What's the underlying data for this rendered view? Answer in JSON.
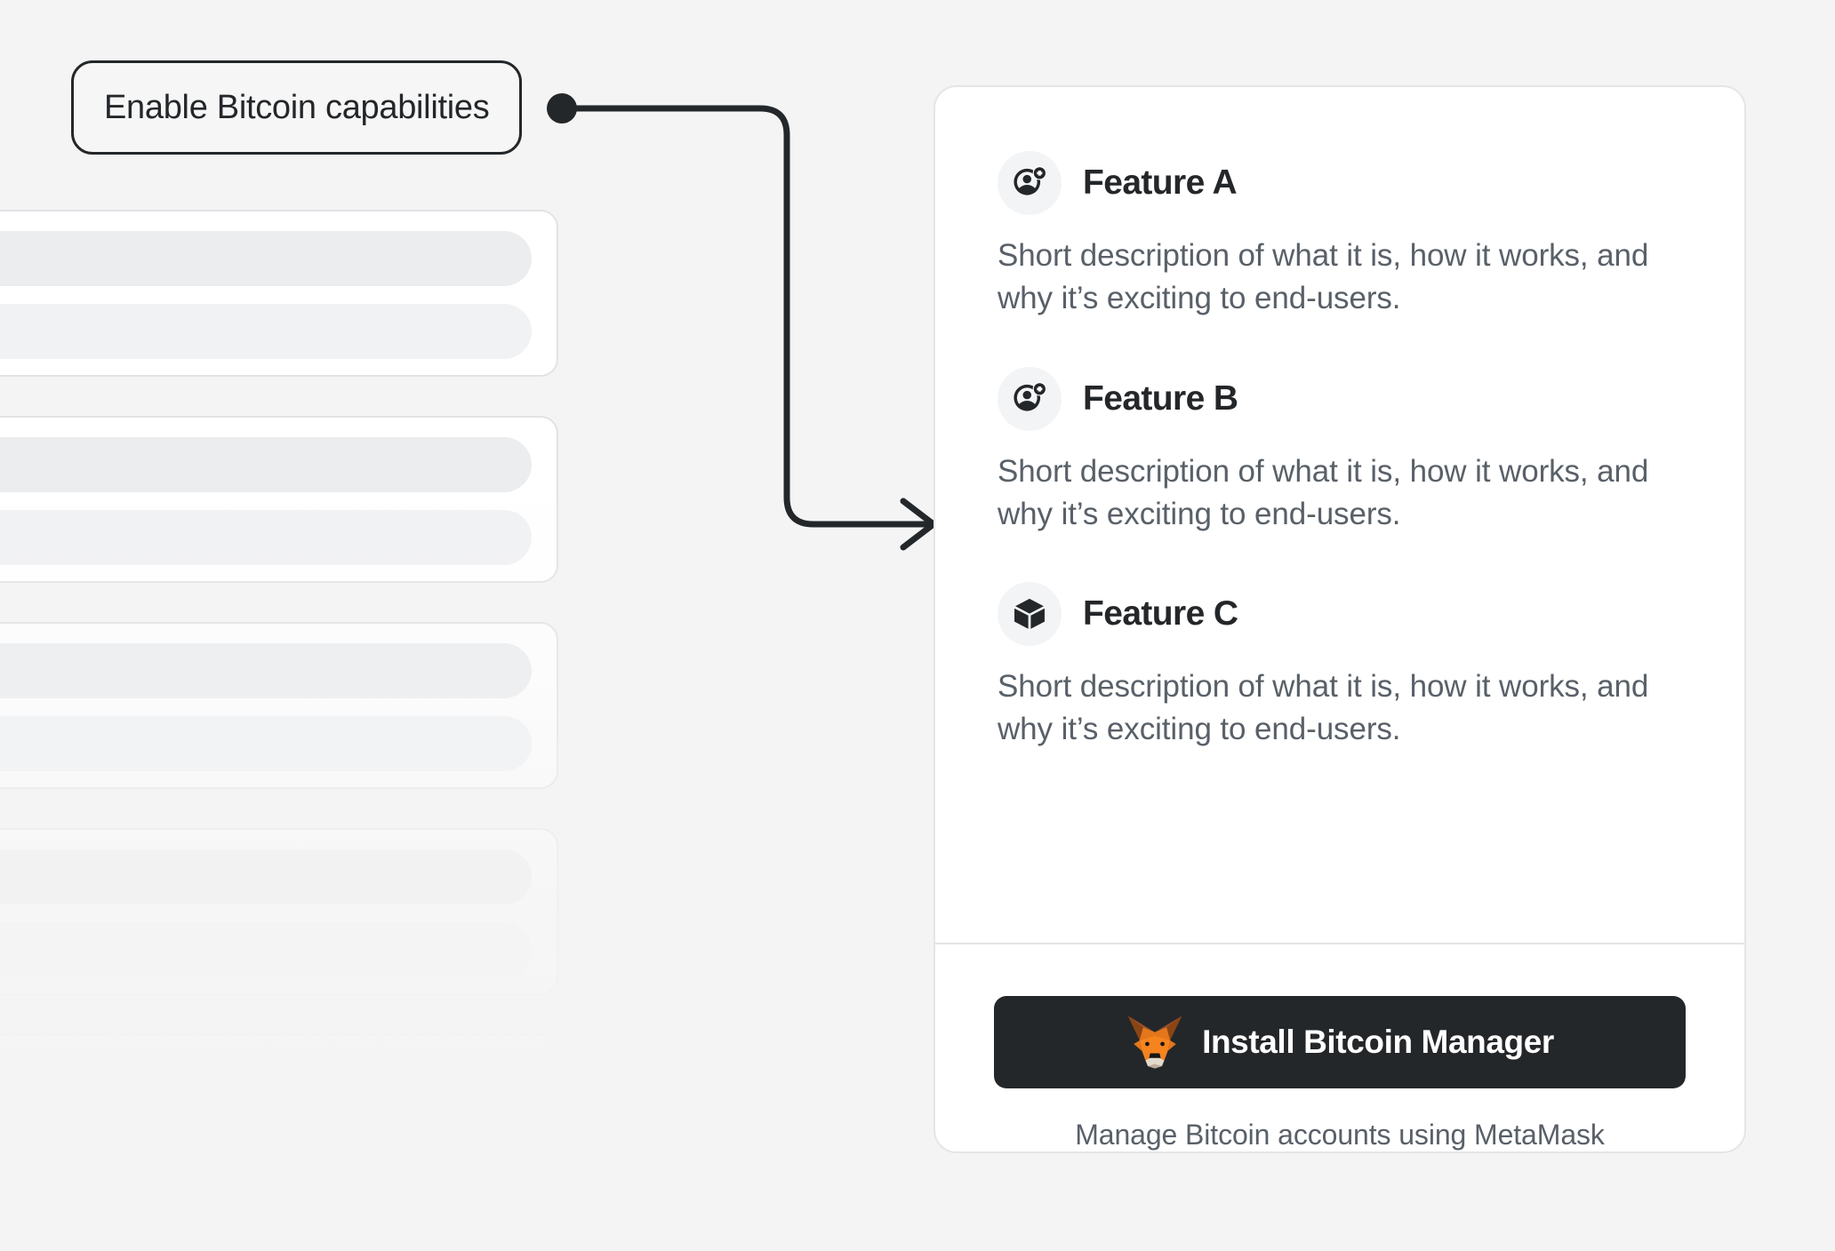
{
  "background_color": "#F4F4F4",
  "callout": {
    "label": "Enable Bitcoin capabilities",
    "border_color": "#24272A",
    "connector": {
      "dot_icon": "connector-dot-icon",
      "arrow_icon": "arrow-right-icon",
      "color": "#24272A"
    }
  },
  "skeleton": {
    "card_count": 5,
    "bar_color": "#ECEDEF",
    "card_background": "#FFFFFF"
  },
  "card": {
    "background": "#FFFFFF",
    "border_color": "#E3E5E8",
    "features": [
      {
        "icon": "account-add-icon",
        "title": "Feature A",
        "description": "Short description of what it is, how it works, and why it’s exciting to end-users."
      },
      {
        "icon": "account-add-icon",
        "title": "Feature B",
        "description": "Short description of what it is, how it works, and why it’s exciting to end-users."
      },
      {
        "icon": "cube-icon",
        "title": "Feature C",
        "description": "Short description of what it is, how it works, and why it’s exciting to end-users."
      }
    ],
    "cta": {
      "icon": "metamask-fox-icon",
      "button_label": "Install Bitcoin Manager",
      "button_color": "#24272A",
      "button_text_color": "#FFFFFF",
      "caption": "Manage Bitcoin accounts using MetaMask"
    }
  }
}
